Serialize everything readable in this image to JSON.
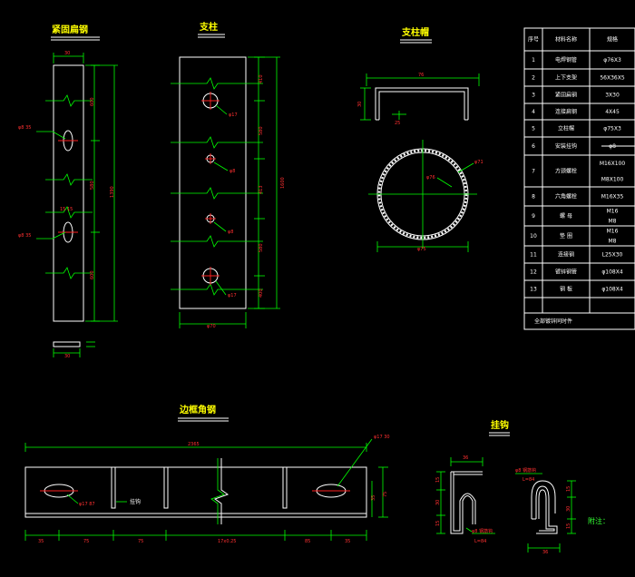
{
  "titles": {
    "tightening_angle": "紧固扁钢",
    "post": "支柱",
    "post_cap": "支柱帽",
    "edge_angle": "边框角钢",
    "hook": "挂钩"
  },
  "table": {
    "headers": [
      "序号",
      "材料名称",
      "规格"
    ],
    "rows": [
      [
        "1",
        "电焊钢管",
        "φ76X3"
      ],
      [
        "2",
        "上下支架",
        "56X36X5"
      ],
      [
        "3",
        "紧固扁钢",
        "3X30"
      ],
      [
        "4",
        "连接扁钢",
        "4X45"
      ],
      [
        "5",
        "立柱帽",
        "φ75X3"
      ],
      [
        "6",
        "安装挂钩",
        "φ8"
      ],
      [
        "7",
        "方颈螺栓",
        "M16X100",
        "M8X100"
      ],
      [
        "8",
        "六角螺栓",
        "M16X35"
      ],
      [
        "9",
        "螺 母",
        "M16",
        "M8"
      ],
      [
        "10",
        "垫 圈",
        "M16",
        "M8"
      ],
      [
        "11",
        "连接钢",
        "L25X30"
      ],
      [
        "12",
        "镀锌钢管",
        "φ108X4"
      ],
      [
        "13",
        "钢 板",
        "φ108X4"
      ]
    ],
    "footer": "全部镀锌同时件"
  },
  "dims": {
    "flat_width": "30",
    "flat_height": "1390",
    "flat_seg1": "600",
    "flat_seg2": "580",
    "flat_seg3": "600",
    "flat_hole1": "φ8 35",
    "flat_hole2": "φ8 35",
    "flat_bottom": "30",
    "flat_mid": "15 15",
    "post_bottom": "φ70",
    "post_height": "1600",
    "post_s1": "410",
    "post_s2": "580",
    "post_s3": "413",
    "post_s4": "580",
    "post_s5": "400",
    "post_h1": "φ17",
    "post_h2": "φ8",
    "post_h3": "φ8",
    "post_h4": "φ17",
    "cap_width": "76",
    "cap_height": "30",
    "cap_bottom": "25",
    "circle_d1": "φ76",
    "circle_d2": "φ75",
    "circle_right": "φ71",
    "edge_total": "2365",
    "edge_d1": "35",
    "edge_d2": "75",
    "edge_d3": "75",
    "edge_d4": "17x0.25",
    "edge_d5": "85",
    "edge_d6": "35",
    "edge_hole_left": "φ17 87",
    "edge_hole_right": "φ17 30",
    "edge_label": "挂钩",
    "edge_height": "75",
    "edge_h2": "35",
    "hook_w1": "36",
    "hook_w2": "36",
    "hook_label1": "φ8 钢筋钩",
    "hook_len1": "L=84",
    "hook_label2": "φ8 钢筋钩",
    "hook_len2": "L=84",
    "hook_h1": "15",
    "hook_h2": "30",
    "hook_h3": "15",
    "hook_r1": "15",
    "hook_r2": "30",
    "hook_r3": "15",
    "note": "附注："
  }
}
